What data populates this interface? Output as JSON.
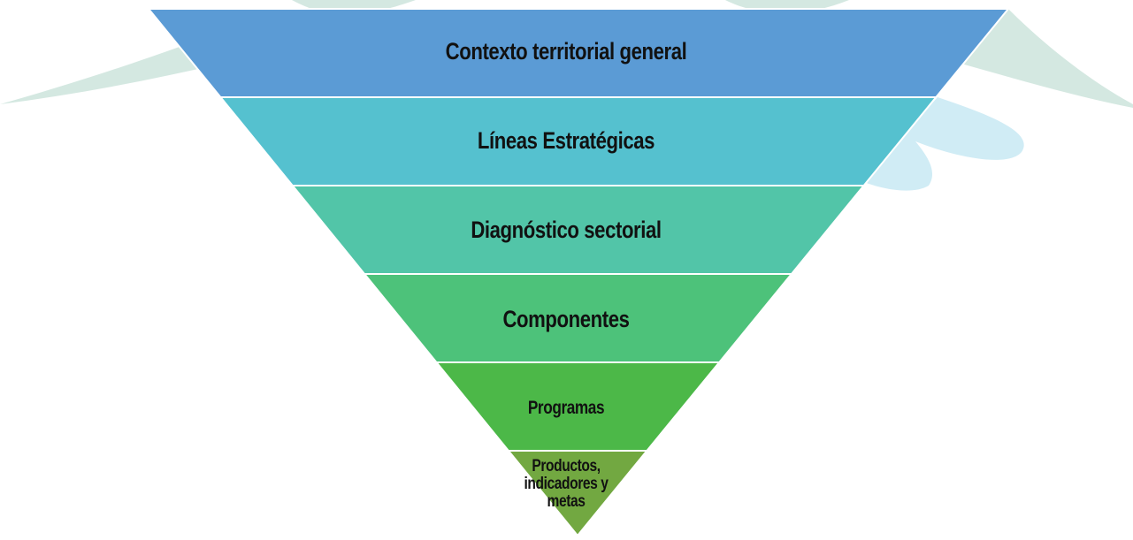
{
  "diagram": {
    "type": "inverted-funnel",
    "colors": {
      "background_swoosh_left": "#d4e8e1",
      "background_swoosh_right": "#d0ecf5",
      "separator": "#ffffff",
      "text": "#111111"
    },
    "levels": [
      {
        "label": "Contexto territorial general",
        "color": "#5b9bd5"
      },
      {
        "label": "Líneas Estratégicas",
        "color": "#55c1cf"
      },
      {
        "label": "Diagnóstico sectorial",
        "color": "#52c5a8"
      },
      {
        "label": "Componentes",
        "color": "#4dc27a"
      },
      {
        "label": "Programas",
        "color": "#4cb848"
      },
      {
        "label": "Productos, indicadores y metas",
        "color": "#72a841"
      }
    ]
  }
}
